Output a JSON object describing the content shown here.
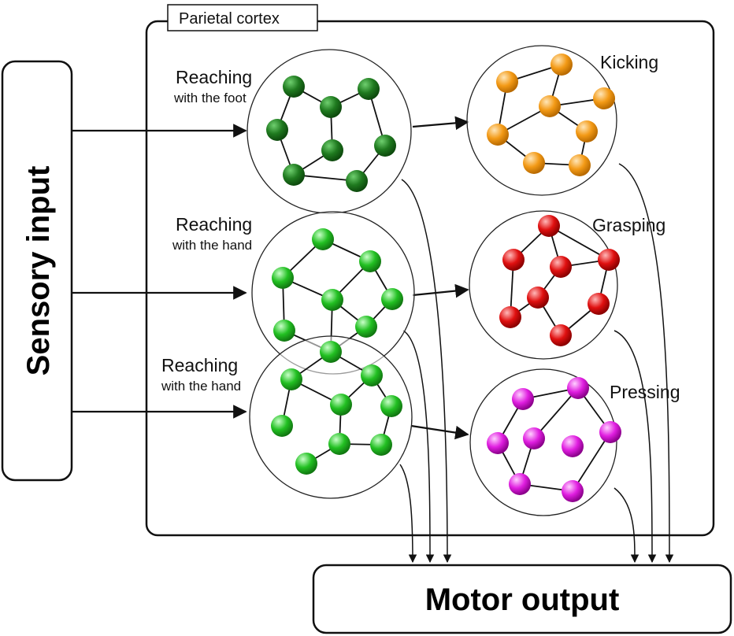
{
  "labels": {
    "sensory_input": "Sensory input",
    "parietal_cortex": "Parietal cortex",
    "motor_output": "Motor output"
  },
  "clusters": [
    {
      "id": "foot-reach",
      "title": "Reaching",
      "subtitle": "with the foot",
      "color": "#1f7a1f",
      "highlight": "#6fcf6f"
    },
    {
      "id": "hand-reach-1",
      "title": "Reaching",
      "subtitle": "with the hand",
      "color": "#22c022",
      "highlight": "#b8ffb8"
    },
    {
      "id": "hand-reach-2",
      "title": "Reaching",
      "subtitle": "with the hand",
      "color": "#22c022",
      "highlight": "#b8ffb8"
    },
    {
      "id": "kicking",
      "title": "Kicking",
      "color": "#f39a16",
      "highlight": "#ffe0a8"
    },
    {
      "id": "grasping",
      "title": "Grasping",
      "color": "#e01010",
      "highlight": "#ffb0b0"
    },
    {
      "id": "pressing",
      "title": "Pressing",
      "color": "#e01ee0",
      "highlight": "#ffc0ff"
    }
  ]
}
